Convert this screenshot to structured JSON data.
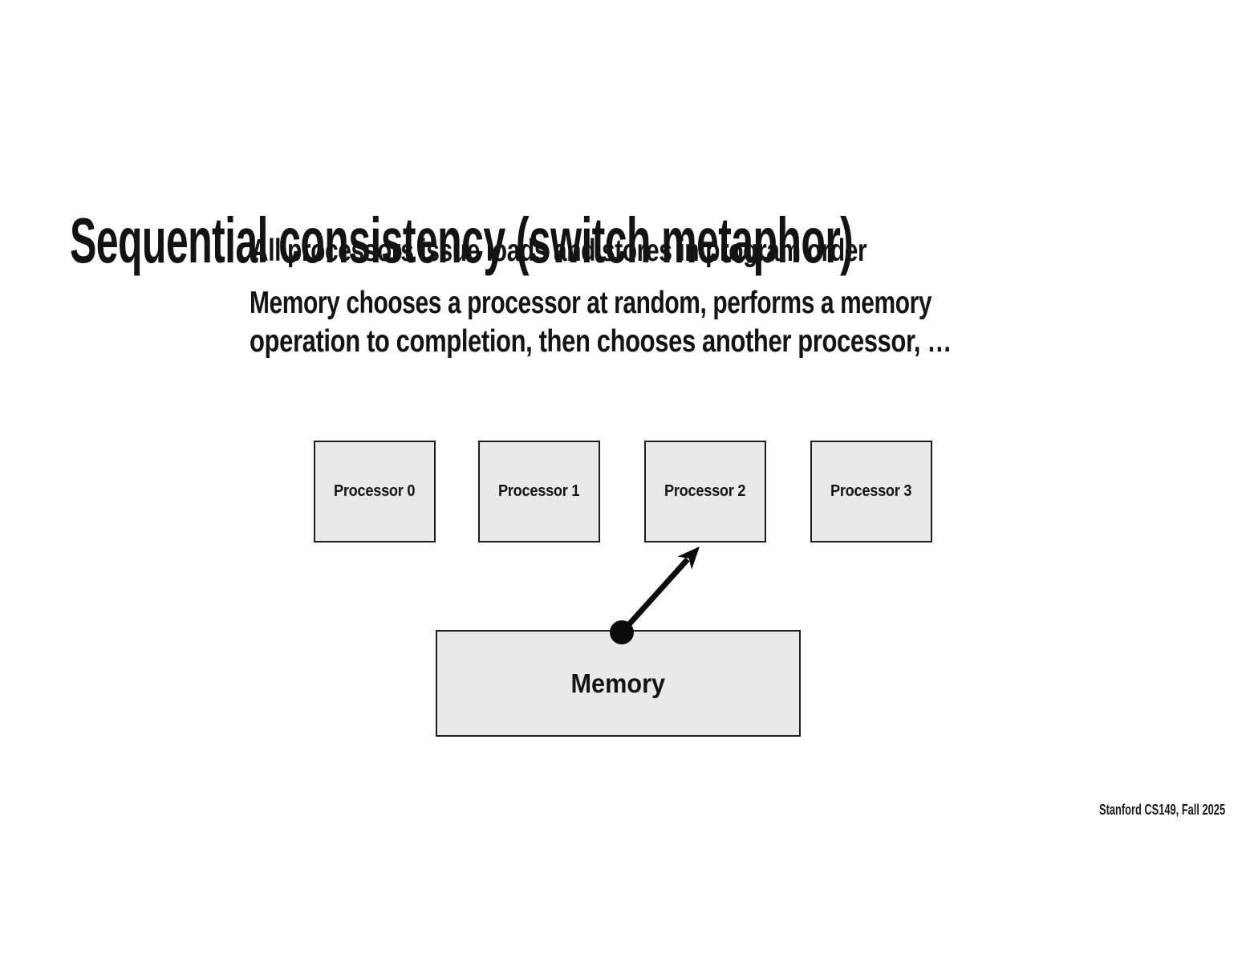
{
  "slide": {
    "title": "Sequential consistency (switch metaphor)",
    "bullets": [
      {
        "lines": [
          "All processors issue loads and stores in program order"
        ]
      },
      {
        "lines": [
          "Memory chooses a processor at random, performs a memory",
          "operation to completion, then chooses another processor, …"
        ]
      }
    ]
  },
  "diagram": {
    "processors": [
      {
        "label": "Processor 0"
      },
      {
        "label": "Processor 1"
      },
      {
        "label": "Processor 2"
      },
      {
        "label": "Processor 3"
      }
    ],
    "memory": {
      "label": "Memory"
    },
    "switch_arrow": {
      "from": "Memory",
      "points_to": "Processor 2"
    }
  },
  "footer": {
    "text": "Stanford CS149, Fall 2025"
  },
  "colors": {
    "background": "#ffffff",
    "text": "#141414",
    "box_fill": "#e9e9e9",
    "box_border": "#1e1e1e",
    "arrow": "#0a0a0a"
  }
}
